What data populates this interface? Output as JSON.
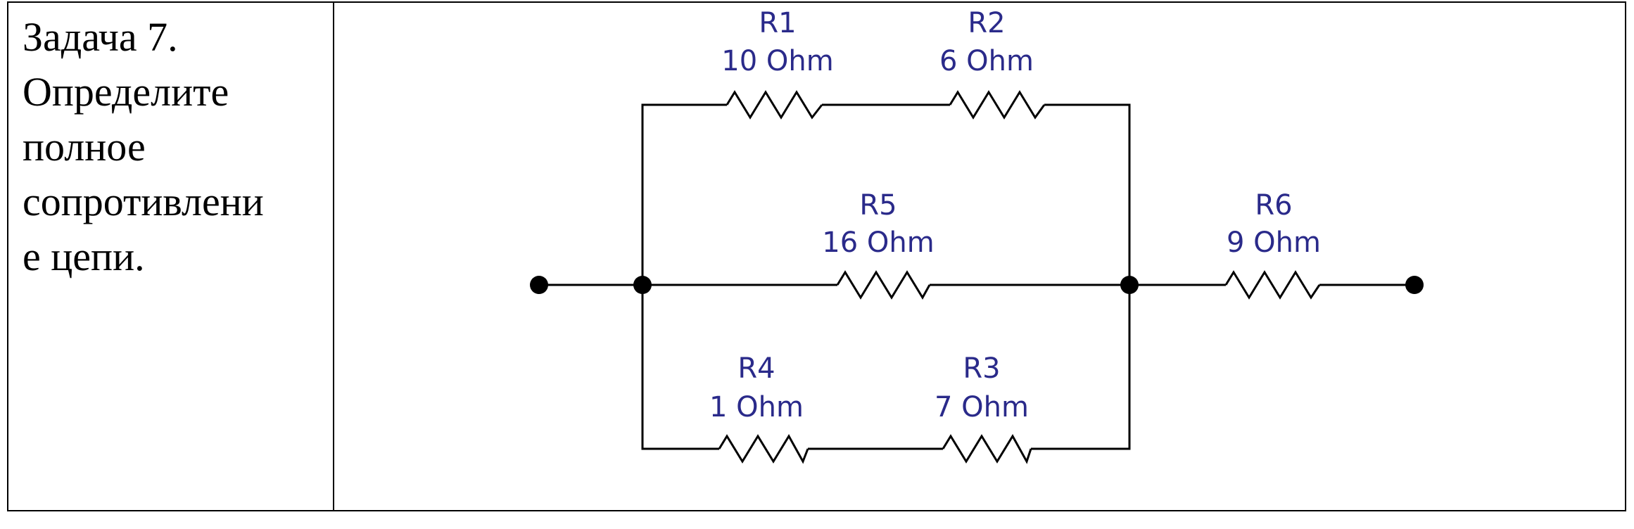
{
  "task": {
    "lines": [
      "Задача 7.",
      "Определите",
      "полное",
      "сопротивлени",
      "е цепи."
    ]
  },
  "circuit": {
    "resistors": {
      "r1": {
        "name": "R1",
        "value": "10 Ohm"
      },
      "r2": {
        "name": "R2",
        "value": "6 Ohm"
      },
      "r3": {
        "name": "R3",
        "value": "7 Ohm"
      },
      "r4": {
        "name": "R4",
        "value": "1 Ohm"
      },
      "r5": {
        "name": "R5",
        "value": "16 Ohm"
      },
      "r6": {
        "name": "R6",
        "value": "9 Ohm"
      }
    },
    "colors": {
      "wire": "#000000",
      "label": "#2a2a8a"
    }
  }
}
